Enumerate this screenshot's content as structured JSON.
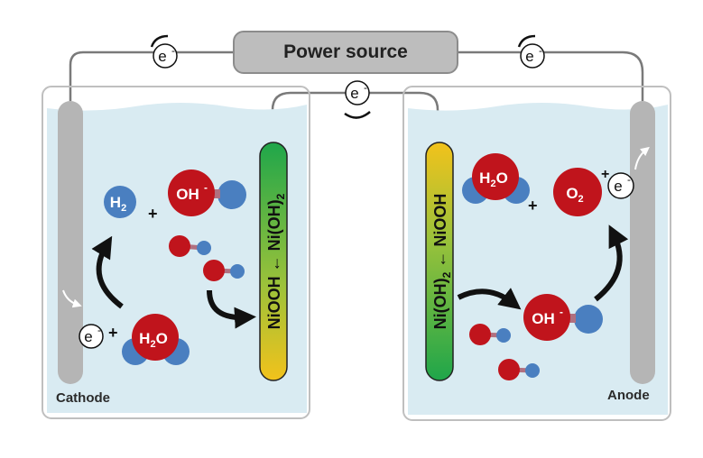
{
  "power_source": {
    "label": "Power source"
  },
  "labels": {
    "cathode": "Cathode",
    "anode": "Anode"
  },
  "electron": {
    "symbol": "e",
    "charge": "-"
  },
  "electrodes": {
    "left_rod": {
      "text": "NiOOH ← Ni(OH)",
      "subscript": "2"
    },
    "right_rod": {
      "text_a": "Ni(OH)",
      "subscript": "2",
      "text_b": " ← NiOOH"
    }
  },
  "molecules": {
    "h2": {
      "base": "H",
      "subscript": "2"
    },
    "oh": {
      "text": "OH",
      "charge": "-"
    },
    "h2o": {
      "base": "H",
      "subscript": "2",
      "rest": "O"
    },
    "o2": {
      "base": "O",
      "subscript": "2"
    }
  },
  "operators": {
    "plus": "+"
  },
  "colors": {
    "red": "#c0141c",
    "blue": "#4a7fc0",
    "water": "#d9ebf2",
    "rod": "#b5b5b5",
    "wire": "#7a7a7a",
    "grad_green": "#1fa64a",
    "grad_yellow": "#f2c21b"
  }
}
